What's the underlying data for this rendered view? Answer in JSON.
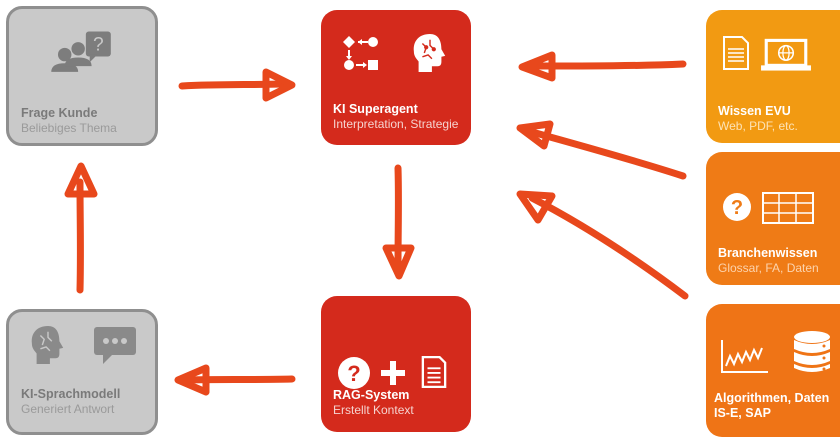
{
  "colors": {
    "red": "#d42a1c",
    "gray": "#c9c9c9",
    "orange": "#f29a12",
    "orange_dark": "#ef7416",
    "arrow": "#e8481c"
  },
  "nodes": {
    "frage_kunde": {
      "title": "Frage Kunde",
      "subtitle": "Beliebiges Thema",
      "icons": [
        "people-question-icon"
      ]
    },
    "ki_superagent": {
      "title": "KI Superagent",
      "subtitle": "Interpretation, Strategie",
      "icons": [
        "flow-symbols-icon",
        "brain-head-icon"
      ]
    },
    "wissen_evu": {
      "title": "Wissen EVU",
      "subtitle": "Web, PDF, etc.",
      "icons": [
        "document-icon",
        "laptop-globe-icon"
      ]
    },
    "branchenwissen": {
      "title": "Branchenwissen",
      "subtitle": "Glossar, FA, Daten",
      "icons": [
        "question-circle-icon",
        "table-grid-icon"
      ]
    },
    "algorithmen": {
      "title": "Algorithmen, Daten",
      "subtitle": "IS-E, SAP",
      "icons": [
        "line-chart-icon",
        "database-icon"
      ]
    },
    "rag_system": {
      "title": "RAG-System",
      "subtitle": "Erstellt Kontext",
      "icons": [
        "question-circle-icon",
        "plus-icon",
        "document-icon"
      ]
    },
    "ki_sprachmodell": {
      "title": "KI-Sprachmodell",
      "subtitle": "Generiert Antwort",
      "icons": [
        "brain-head-icon",
        "chat-bubble-icon"
      ]
    }
  },
  "edges": [
    {
      "from": "frage_kunde",
      "to": "ki_superagent"
    },
    {
      "from": "wissen_evu",
      "to": "ki_superagent"
    },
    {
      "from": "branchenwissen",
      "to": "ki_superagent"
    },
    {
      "from": "algorithmen",
      "to": "ki_superagent"
    },
    {
      "from": "ki_superagent",
      "to": "rag_system"
    },
    {
      "from": "rag_system",
      "to": "ki_sprachmodell"
    },
    {
      "from": "ki_sprachmodell",
      "to": "frage_kunde"
    }
  ]
}
